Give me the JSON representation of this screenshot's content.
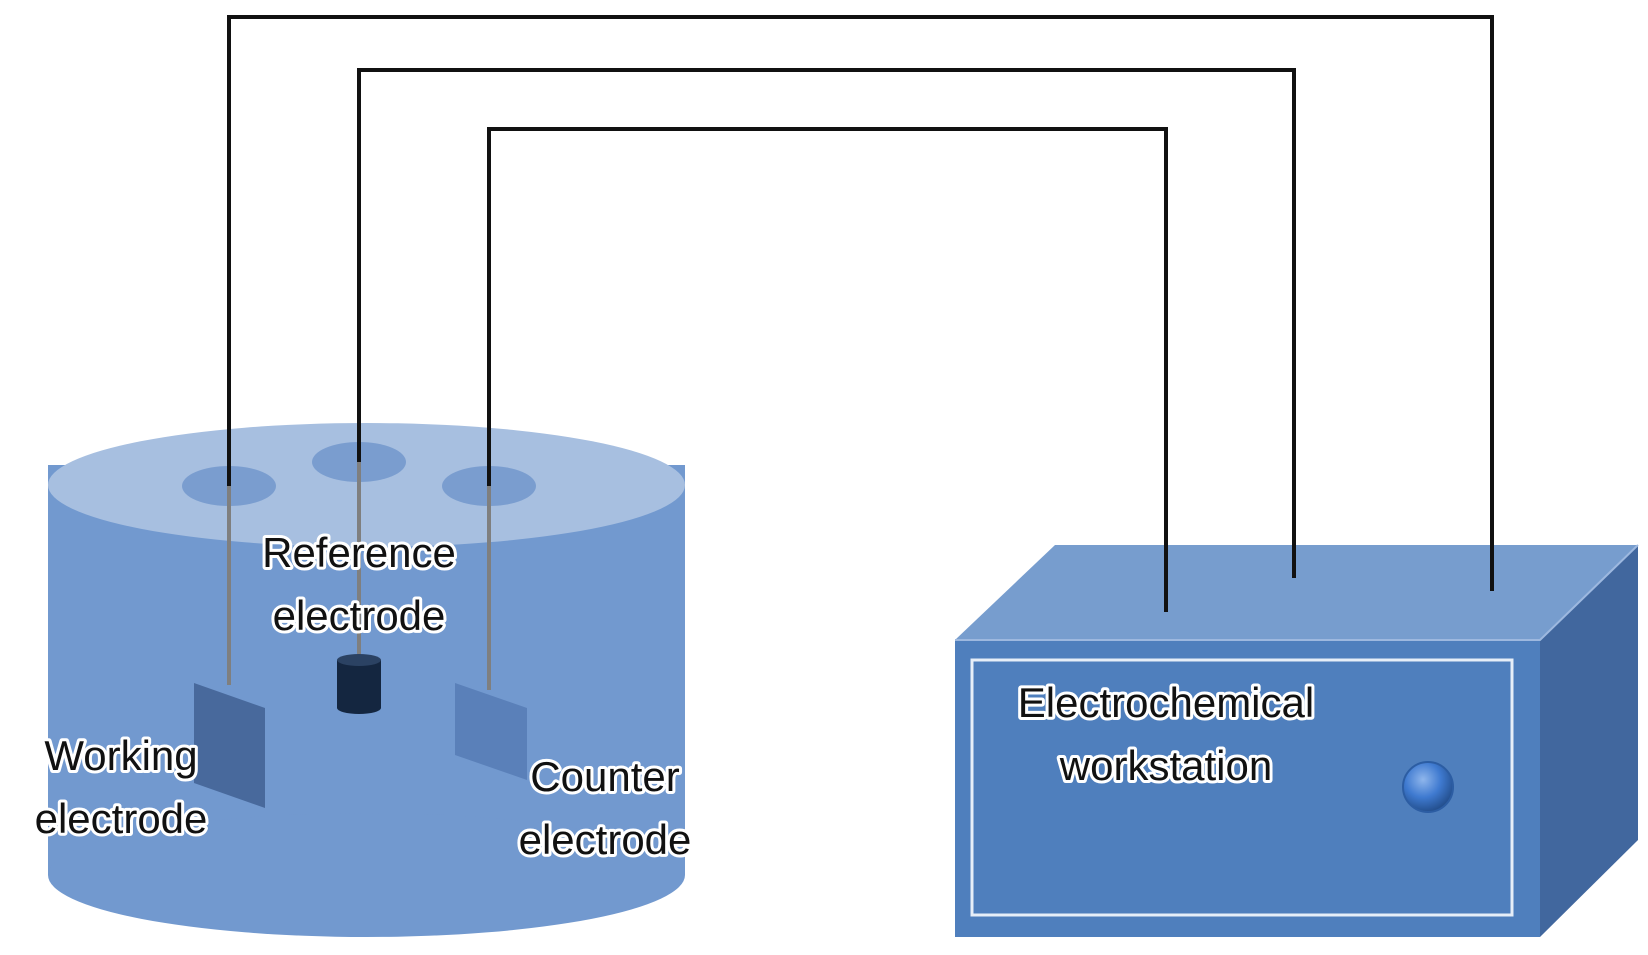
{
  "labels": {
    "reference_line1": "Reference",
    "reference_line2": "electrode",
    "working_line1": "Working",
    "working_line2": "electrode",
    "counter_line1": "Counter",
    "counter_line2": "electrode",
    "workstation_line1": "Electrochemical",
    "workstation_line2": "workstation"
  },
  "colors": {
    "cell_body": "#7299cf",
    "cell_top": "#a7bfe0",
    "port": "#7a9dcf",
    "box_top": "#779dce",
    "box_front": "#4f7fbd",
    "box_side": "#41679e",
    "box_frame": "#e6eef8",
    "wire": "#111111",
    "working_plate": "#48699c",
    "counter_plate": "#5a80b9",
    "reference_tip": "#142640",
    "knob": "#3f7ad0"
  }
}
